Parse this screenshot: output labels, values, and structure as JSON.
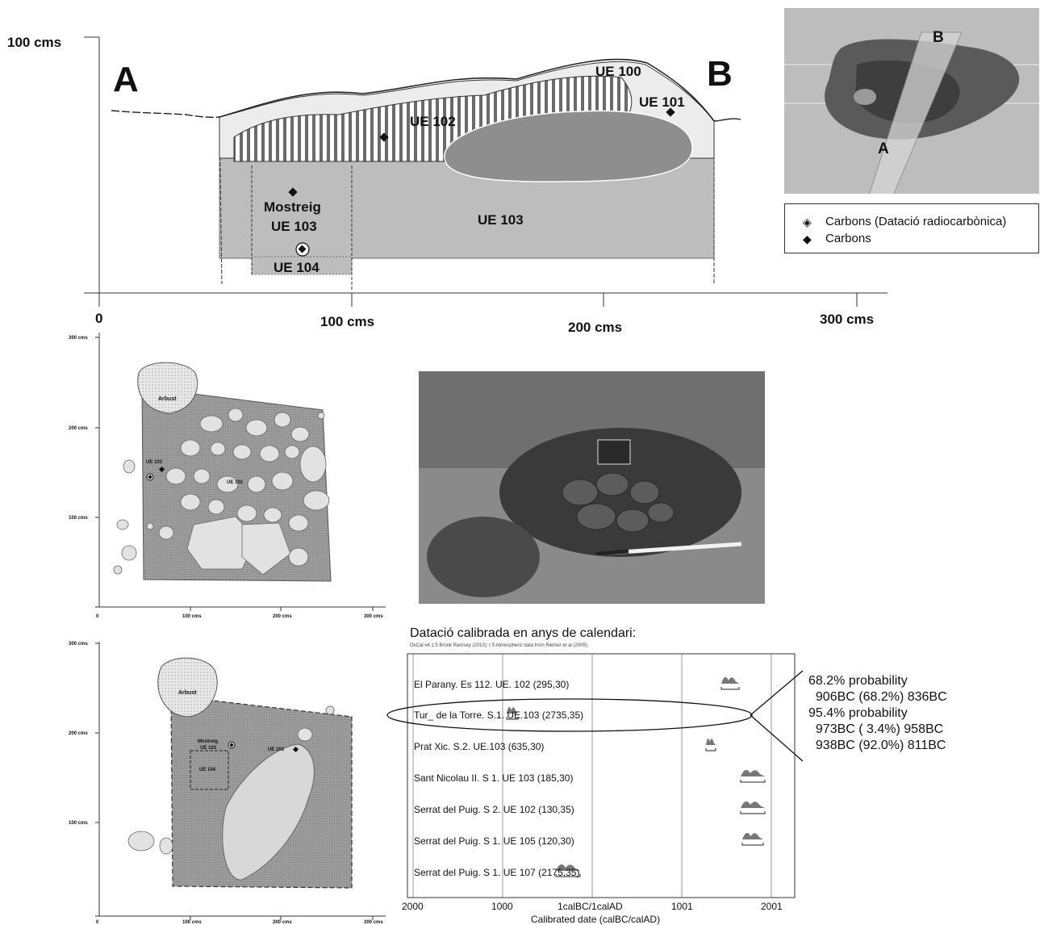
{
  "section": {
    "scale_top_label": "100 cms",
    "point_a": "A",
    "point_b": "B",
    "units": [
      "UE 100",
      "UE 101",
      "UE 102",
      "UE 103",
      "UE 104"
    ],
    "mostreig_line1": "Mostreig",
    "mostreig_line2": "UE 103",
    "x_ticks": [
      "0",
      "100 cms",
      "200 cms",
      "300 cms"
    ]
  },
  "model_3d": {
    "label_a": "A",
    "label_b": "B"
  },
  "legend": {
    "items": [
      {
        "symbol": "◈",
        "label": "Carbons (Datació radiocarbònica)"
      },
      {
        "symbol": "◆",
        "label": "Carbons"
      }
    ]
  },
  "plan_top": {
    "y_ticks": [
      "300 cms",
      "200 cms",
      "100 cms"
    ],
    "x_ticks": [
      "0",
      "100 cms",
      "200 cms",
      "300 cms"
    ],
    "arbust": "Arbust",
    "ue103": "UE 103",
    "ue102": "UE 102"
  },
  "plan_bottom": {
    "y_ticks": [
      "300 cms",
      "200 cms",
      "100 cms"
    ],
    "x_ticks": [
      "0",
      "100 cms",
      "200 cms",
      "300 cms"
    ],
    "arbust": "Arbust",
    "mostreig_line1": "Mostreig",
    "mostreig_line2": "UE 103",
    "ue104": "UE 104",
    "ue103": "UE 103"
  },
  "calibration": {
    "title": "Datació calibrada en anys de calendari:",
    "oxcal_note": "OxCal v4.1.5 Bronk Ramsey (2010); r:5 Atmospheric data from Reimer et al (2009);",
    "samples": [
      "El Parany. Es 112. UE. 102 (295,30)",
      "Tur_ de la Torre. S.1. UE.103 (2735,35)",
      "Prat Xic. S.2. UE.103 (635,30)",
      "Sant Nicolau II. S 1. UE 103 (185,30)",
      "Serrat del Puig. S 2. UE 102 (130,35)",
      "Serrat del Puig. S 1. UE 105 (120,30)",
      "Serrat del Puig. S 1. UE 107 (2175,35)"
    ],
    "x_ticks": [
      "2000",
      "1000",
      "1calBC/1calAD",
      "1001",
      "2001"
    ],
    "x_label": "Calibrated date (calBC/calAD)",
    "probability_text": "68.2% probability\n  906BC (68.2%) 836BC\n95.4% probability\n  973BC ( 3.4%) 958BC\n  938BC (92.0%) 811BC"
  },
  "colors": {
    "fill_light": "#e9e9e9",
    "fill_mid": "#bdbdbd",
    "fill_dark": "#8e8e8e",
    "plan_fill": "#9a9a9a"
  }
}
